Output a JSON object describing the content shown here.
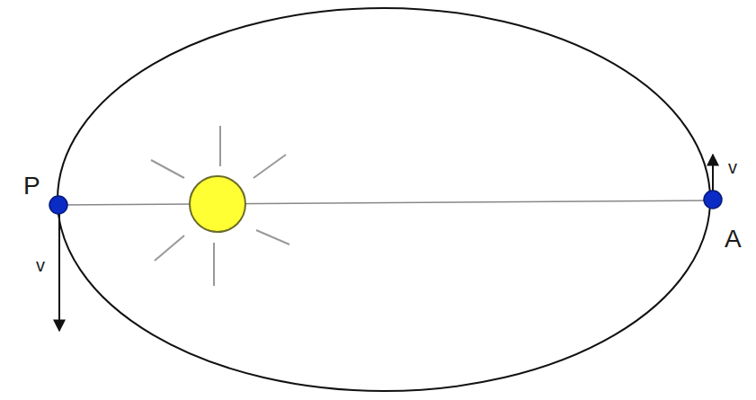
{
  "diagram": {
    "labels": [
      "P",
      "v",
      "A",
      "v"
    ]
  }
}
